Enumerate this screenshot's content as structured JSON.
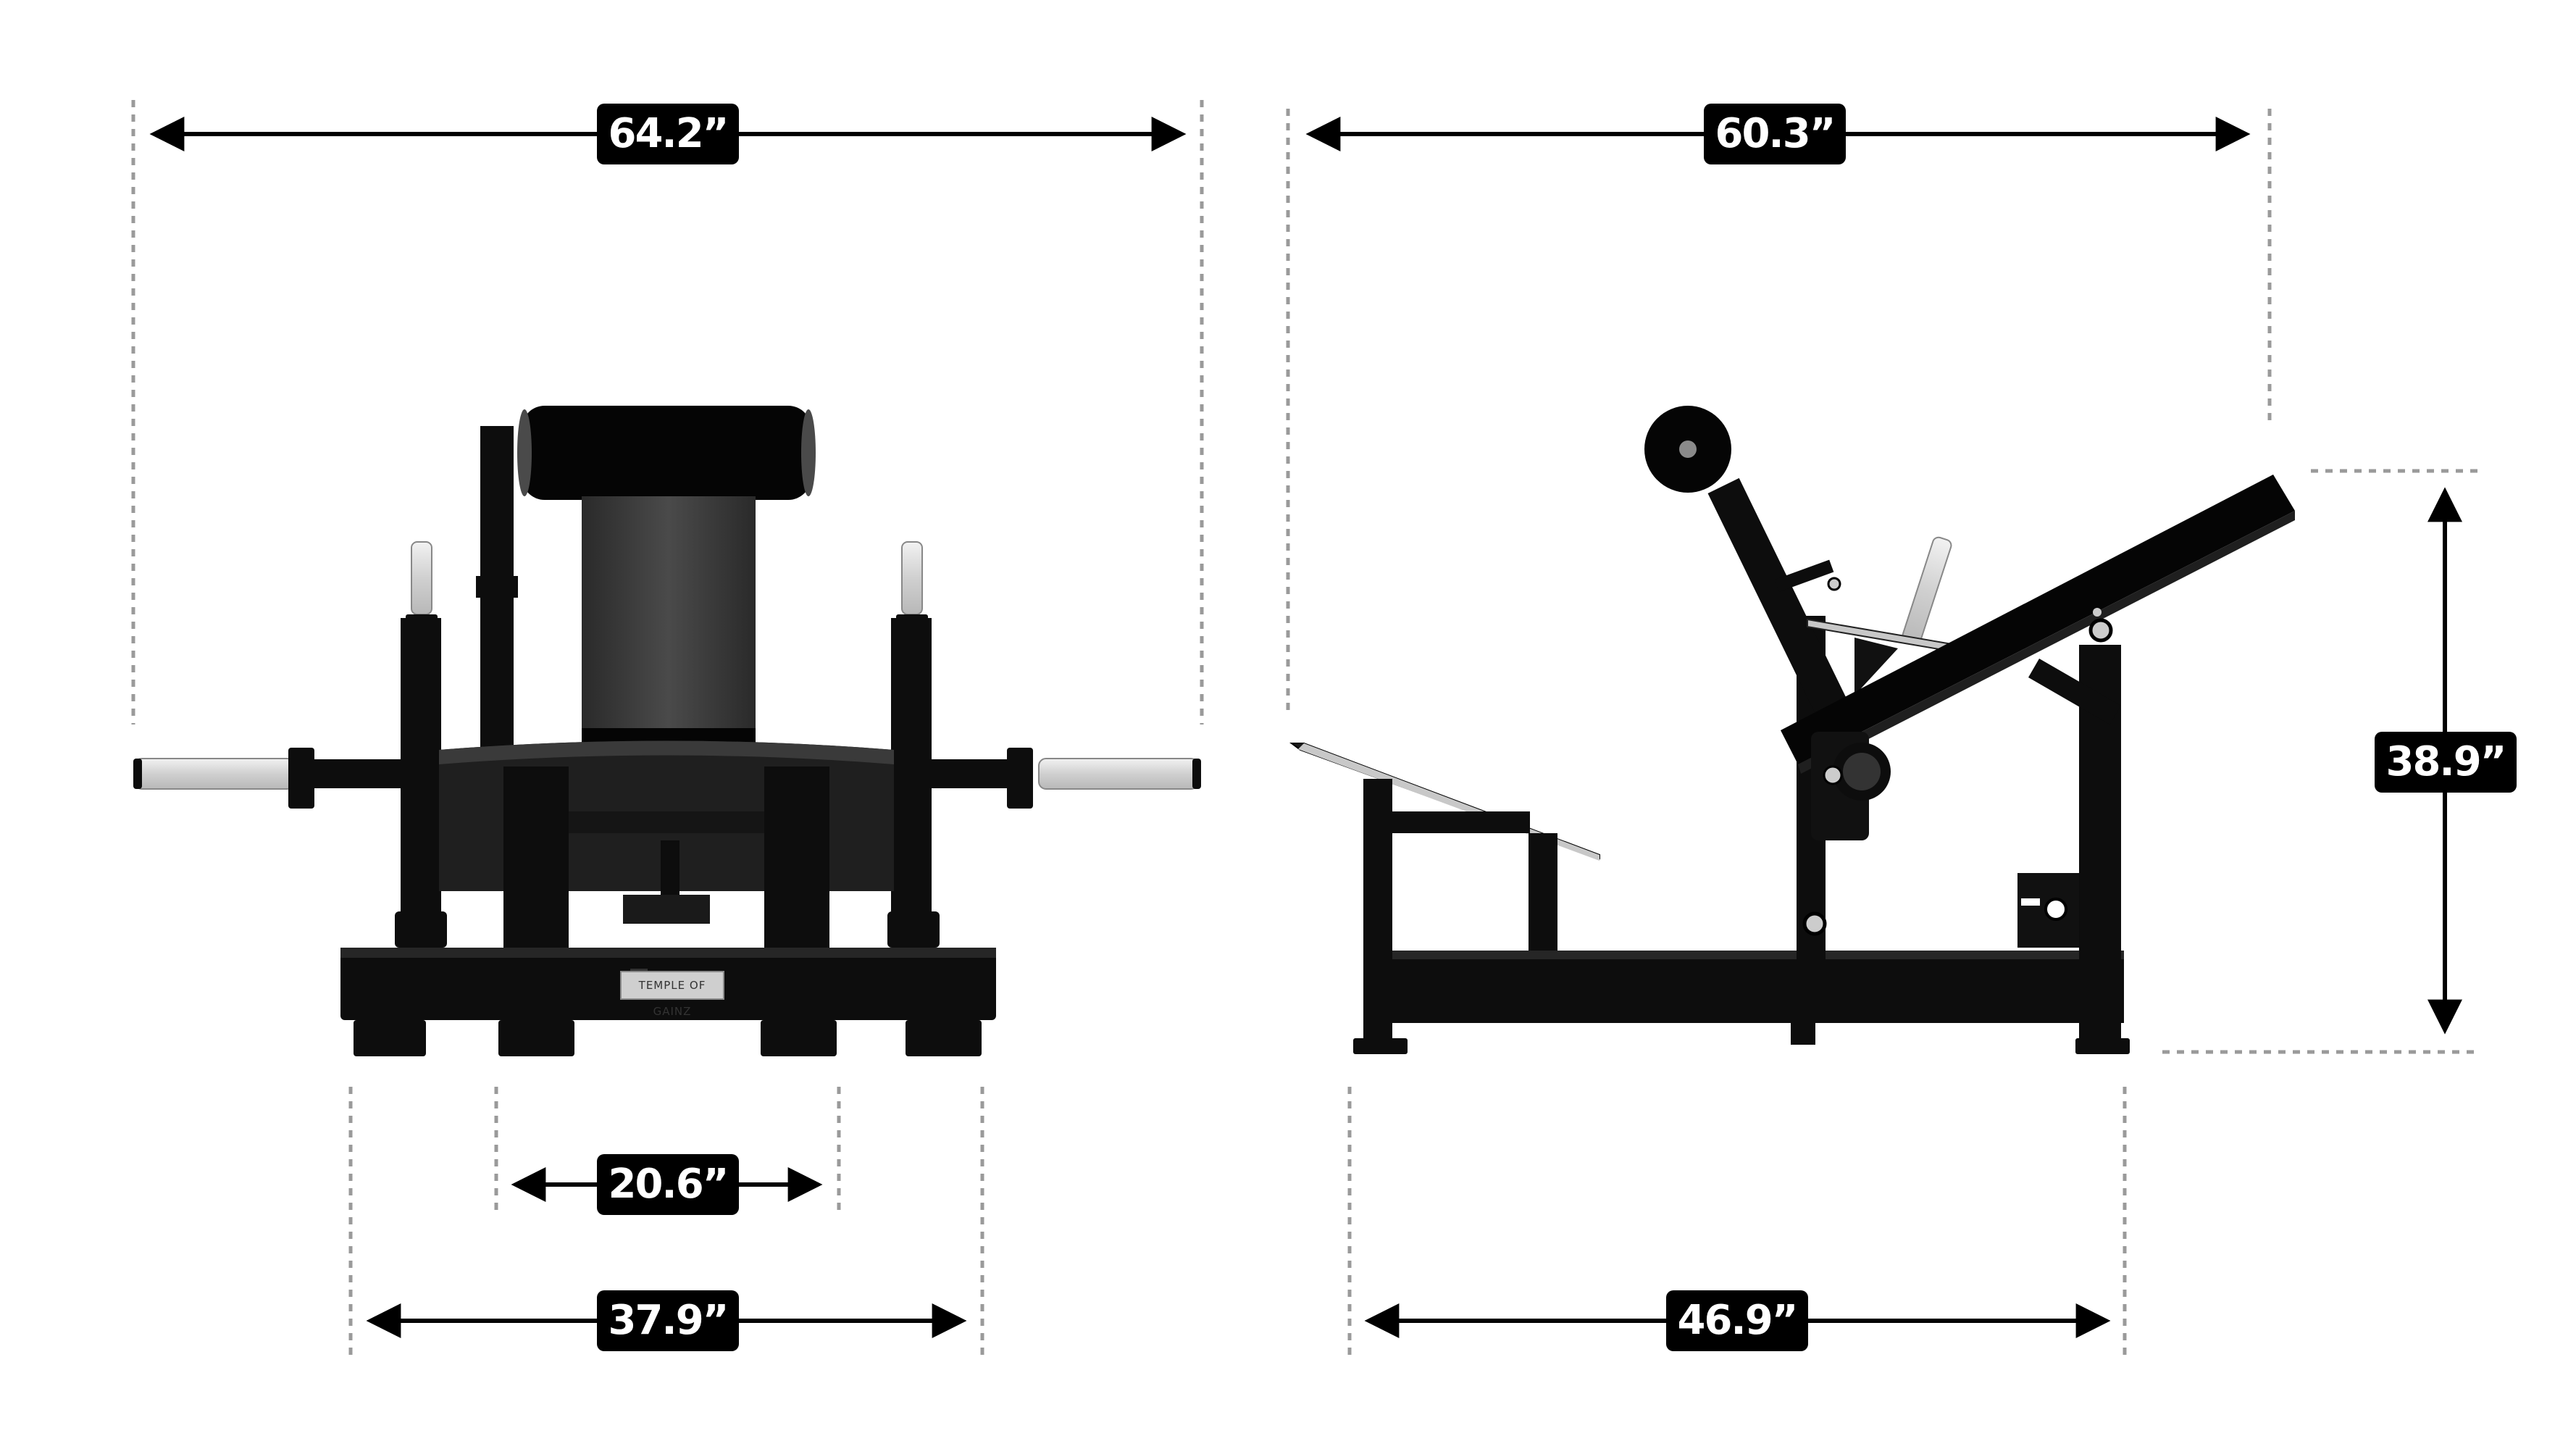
{
  "dimensions": {
    "front_width": "64.2”",
    "side_length": "60.3”",
    "inner_foot_width": "20.6”",
    "outer_foot_width": "37.9”",
    "base_length": "46.9”",
    "height": "38.9”"
  },
  "logo_text": "TEMPLE OF GAINZ",
  "colors": {
    "frame": "#0d0d0d",
    "pad": "#050505",
    "pin": "#dcdcdc",
    "guide": "#9a9a9a"
  }
}
